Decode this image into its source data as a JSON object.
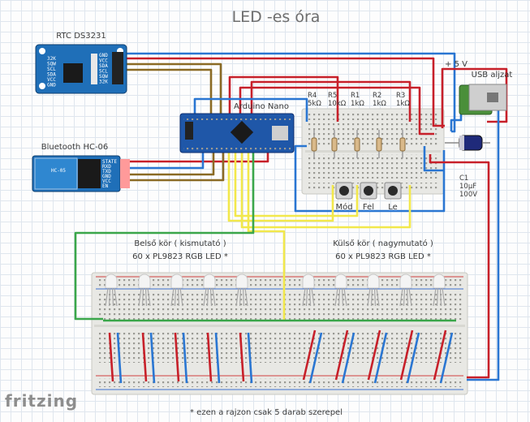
{
  "title": "LED -es óra",
  "modules": {
    "rtc": "RTC DS3231",
    "nano": "Arduino Nano",
    "bt": "Bluetooth HC-06",
    "usb": "USB aljzat",
    "plus5v": "+ 5 V",
    "bt_chip": "HC-05"
  },
  "rtc_pins": [
    "GND",
    "VCC",
    "SDA",
    "SCL",
    "SQW",
    "32K"
  ],
  "rtc_pins_left": [
    "32K",
    "SQW",
    "SCL",
    "SDA",
    "VCC",
    "GND"
  ],
  "bt_pins": [
    "STATE",
    "RXD",
    "TXD",
    "GND",
    "VCC",
    "EN"
  ],
  "resistors": [
    {
      "name": "R4",
      "value": "5kΩ"
    },
    {
      "name": "R5",
      "value": "10kΩ"
    },
    {
      "name": "R1",
      "value": "1kΩ"
    },
    {
      "name": "R2",
      "value": "1kΩ"
    },
    {
      "name": "R3",
      "value": "1kΩ"
    }
  ],
  "capacitor": {
    "name": "C1",
    "value": "10µF",
    "voltage": "100V"
  },
  "buttons": [
    "Mód",
    "Fel",
    "Le"
  ],
  "rings": {
    "inner_title": "Belső kör ( kismutató )",
    "inner_desc": "60 x PL9823 RGB LED *",
    "outer_title": "Külső kör ( nagymutató )",
    "outer_desc": "60 x PL9823 RGB LED *"
  },
  "footnote": "* ezen a rajzon csak 5 darab szerepel",
  "brand": "fritzing",
  "colors": {
    "wire_red": "#c7202a",
    "wire_blue": "#2a76d2",
    "wire_yellow": "#f2e84b",
    "wire_green": "#3aa64a",
    "wire_brown": "#8a6a24",
    "nano_board": "#1f57a8",
    "rtc_board": "#1f6fb8",
    "breadboard": "#e8e8e4"
  }
}
